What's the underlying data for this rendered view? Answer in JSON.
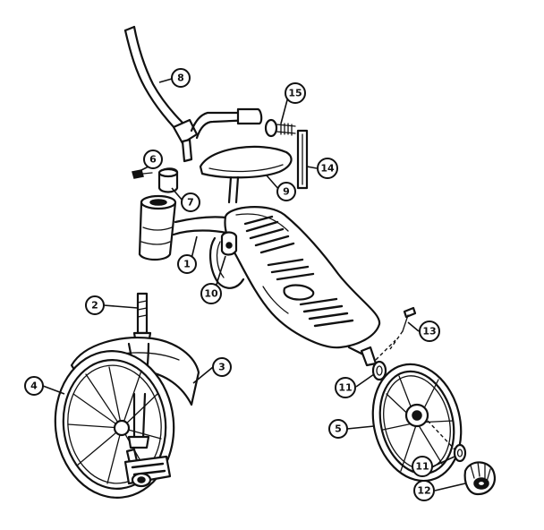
{
  "callouts": [
    {
      "id": "c1",
      "label": "1"
    },
    {
      "id": "c2",
      "label": "2"
    },
    {
      "id": "c3",
      "label": "3"
    },
    {
      "id": "c4",
      "label": "4"
    },
    {
      "id": "c5",
      "label": "5"
    },
    {
      "id": "c6",
      "label": "6"
    },
    {
      "id": "c7",
      "label": "7"
    },
    {
      "id": "c8",
      "label": "8"
    },
    {
      "id": "c9",
      "label": "9"
    },
    {
      "id": "c10",
      "label": "10"
    },
    {
      "id": "c11a",
      "label": "11"
    },
    {
      "id": "c11b",
      "label": "11"
    },
    {
      "id": "c12",
      "label": "12"
    },
    {
      "id": "c13",
      "label": "13"
    },
    {
      "id": "c14",
      "label": "14"
    },
    {
      "id": "c15",
      "label": "15"
    }
  ]
}
